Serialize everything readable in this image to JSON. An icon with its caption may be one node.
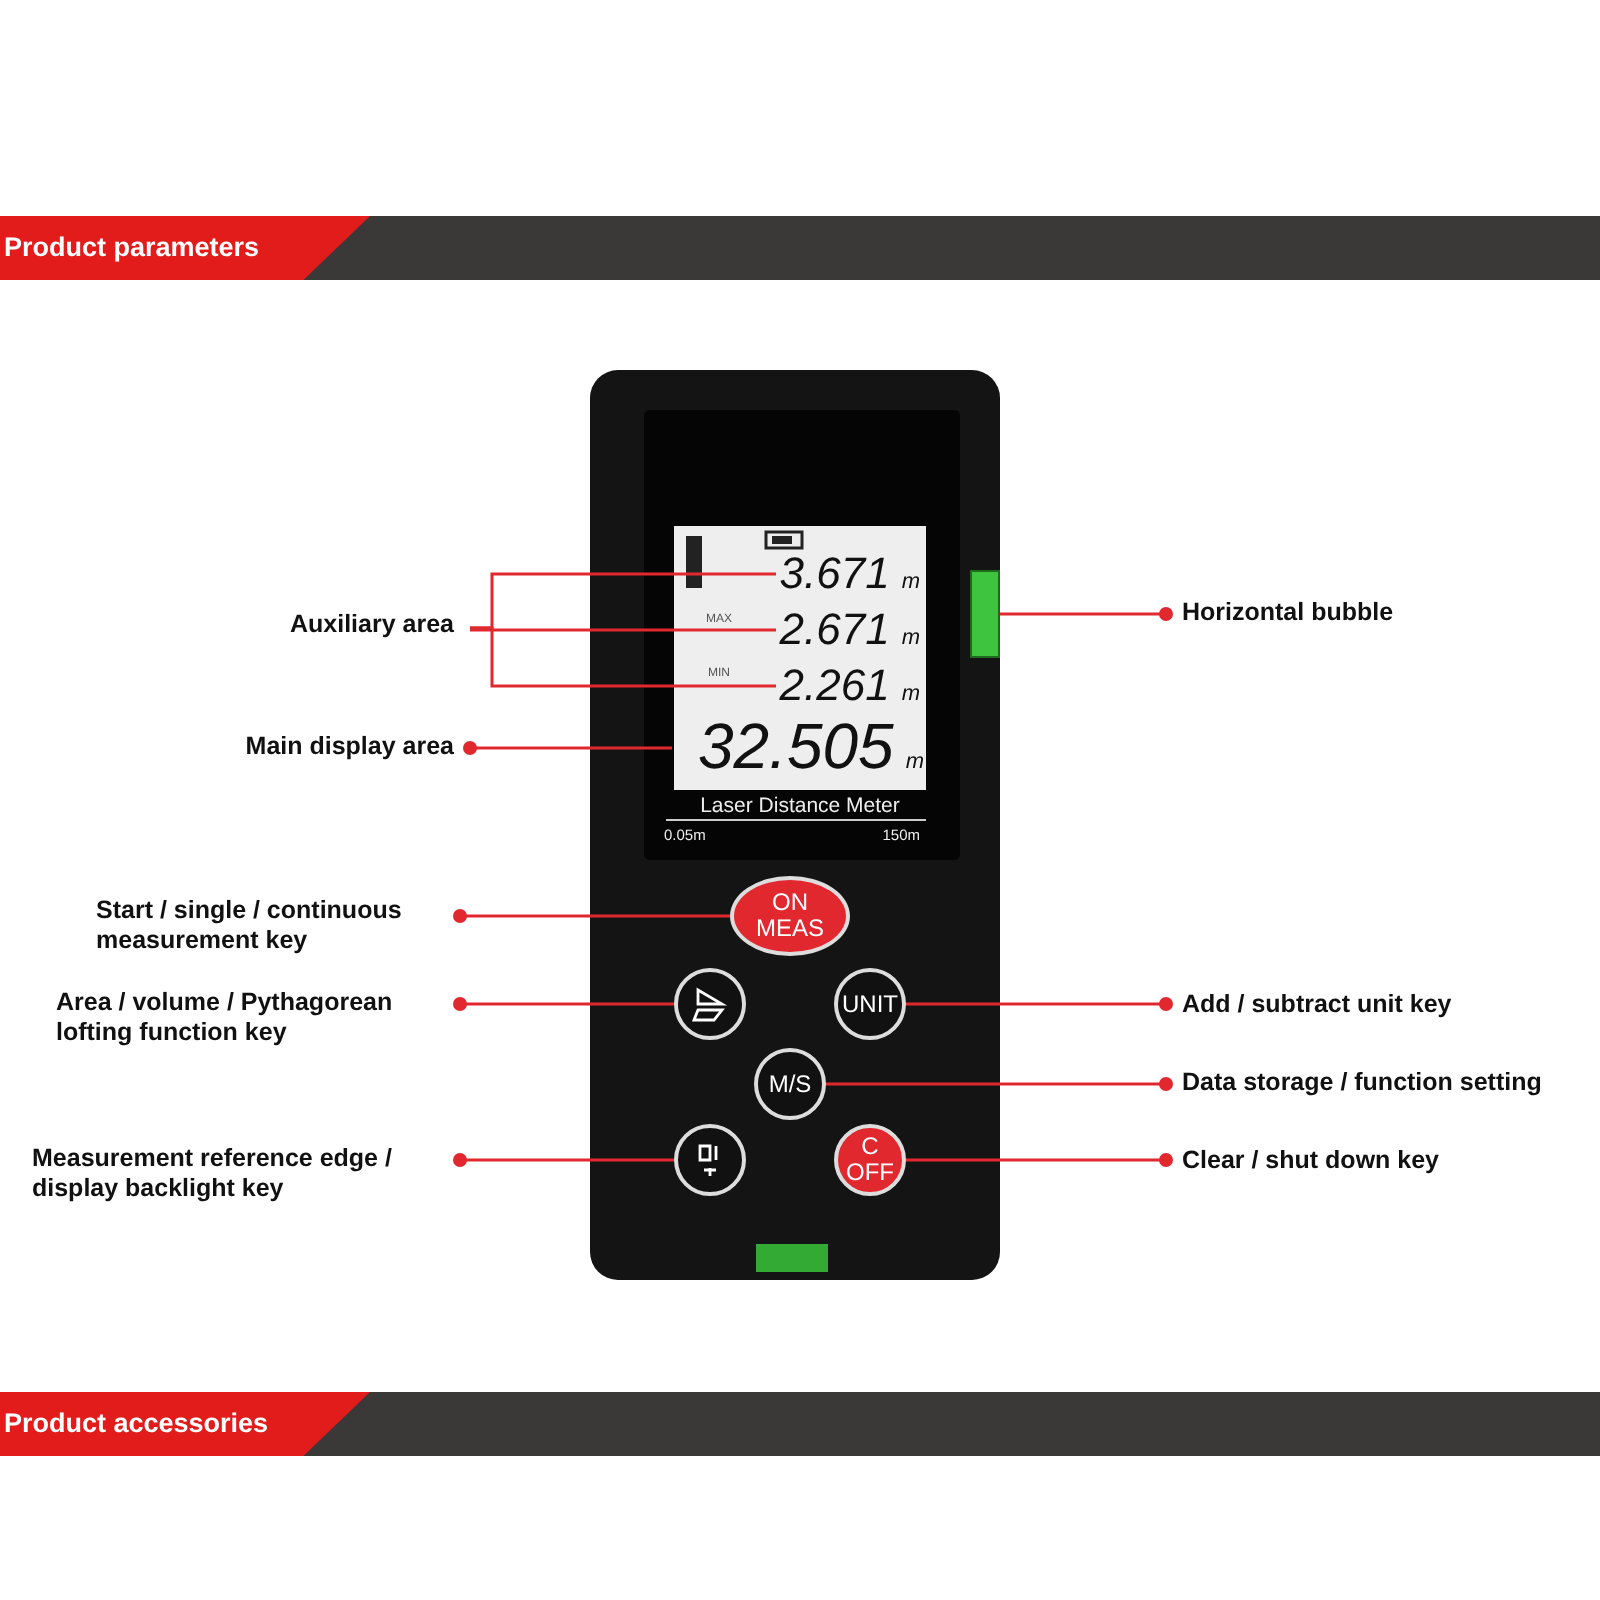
{
  "diagram": {
    "nodes": [
      {
        "text": [
          "Auxiliary area"
        ]
      },
      {
        "text": [
          "3.671",
          "m"
        ]
      },
      {
        "text": [
          "2.671",
          "m"
        ]
      },
      {
        "text": [
          "2.261",
          "m"
        ]
      },
      {
        "text": [
          "Main display area"
        ]
      },
      {
        "text": [
          "32.505",
          "m"
        ]
      },
      {
        "text": [
          "Start / single / continuous measurement key"
        ]
      },
      {
        "text": [
          "ON",
          "MEAS"
        ]
      },
      {
        "text": [
          "Area / volume / Pythagorean lofting function key"
        ]
      },
      {
        "text": [],
        "shape": "circle"
      },
      {
        "text": [
          "Measurement reference edge / display backlight key"
        ]
      },
      {
        "text": [],
        "shape": "circle"
      },
      {
        "text": [
          "Horizontal bubble"
        ]
      },
      {
        "text": [],
        "shape": "bar"
      },
      {
        "text": [
          "Add / subtract unit key"
        ]
      },
      {
        "text": [
          "UNIT"
        ]
      },
      {
        "text": [
          "Data storage / function setting"
        ]
      },
      {
        "text": [
          "M/S"
        ]
      },
      {
        "text": [
          "Clear / shut down key"
        ]
      },
      {
        "text": [
          "C",
          "OFF"
        ]
      }
    ],
    "edges": [
      {
        "from": 0,
        "to": 1,
        "arrow": "none"
      },
      {
        "from": 0,
        "to": 2,
        "arrow": "none"
      },
      {
        "from": 0,
        "to": 3,
        "arrow": "none"
      },
      {
        "from": 4,
        "to": 5,
        "arrow": "other"
      },
      {
        "from": 6,
        "to": 7,
        "arrow": "other"
      },
      {
        "from": 8,
        "to": 9,
        "arrow": "other"
      },
      {
        "from": 10,
        "to": 11,
        "arrow": "other"
      },
      {
        "from": 12,
        "to": 13,
        "arrow": "other"
      },
      {
        "from": 14,
        "to": 15,
        "arrow": "other"
      },
      {
        "from": 16,
        "to": 17,
        "arrow": "other"
      },
      {
        "from": 18,
        "to": 19,
        "arrow": "other"
      }
    ],
    "labels": [
      "Product parameters",
      "MAX",
      "MIN",
      "Laser Distance Meter",
      "0.05m",
      "150m",
      "Product accessories"
    ]
  }
}
